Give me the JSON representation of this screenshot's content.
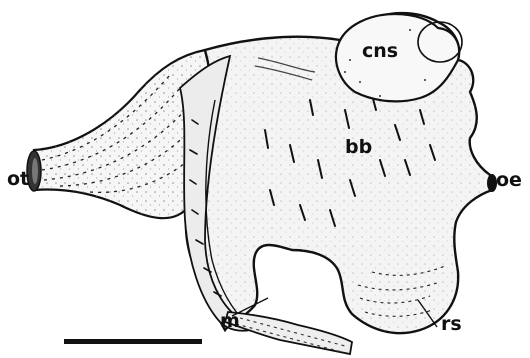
{
  "labels": {
    "ot": "ot",
    "oe": "oe",
    "cns": "cns",
    "bb": "bb",
    "m": "m",
    "rs": "rs"
  },
  "colors": {
    "outline": "#111111",
    "fill": "#f4f4f4",
    "background": "#ffffff"
  }
}
